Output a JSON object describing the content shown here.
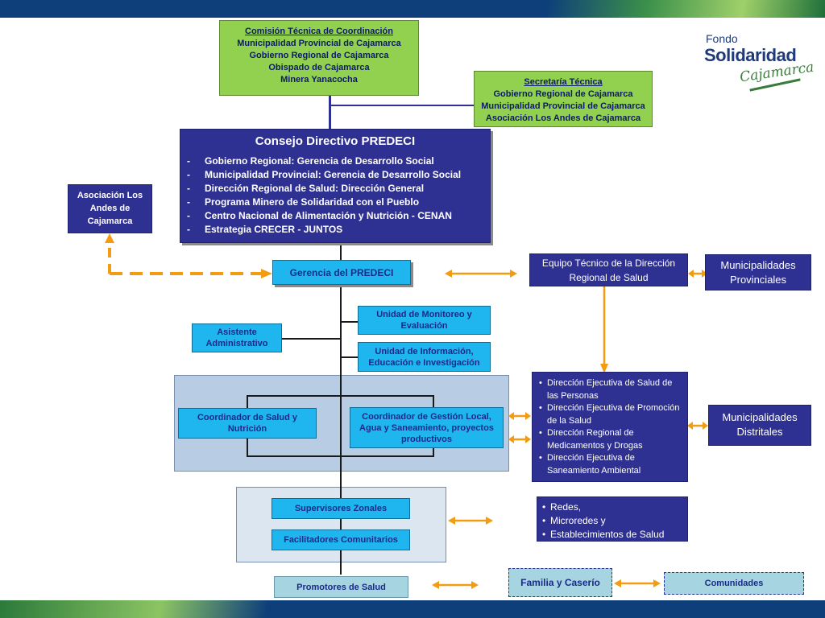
{
  "logo": {
    "line1": "Fondo",
    "line2": "Solidaridad",
    "line3": "Cajamarca"
  },
  "comision": {
    "title": "Comisión Técnica de Coordinación",
    "items": [
      "Municipalidad Provincial de Cajamarca",
      "Gobierno Regional de Cajamarca",
      "Obispado  de Cajamarca",
      "Minera Yanacocha"
    ]
  },
  "secretaria": {
    "title": "Secretaría Técnica",
    "items": [
      "Gobierno Regional de Cajamarca",
      "Municipalidad Provincial de Cajamarca",
      "Asociación Los Andes de Cajamarca"
    ]
  },
  "consejo": {
    "title": "Consejo Directivo PREDECI",
    "items": [
      "Gobierno Regional: Gerencia de Desarrollo Social",
      "Municipalidad Provincial: Gerencia de Desarrollo Social",
      "Dirección Regional de Salud: Dirección General",
      "Programa Minero de Solidaridad con el Pueblo",
      "Centro Nacional de Alimentación y Nutrición - CENAN",
      "Estrategia CRECER - JUNTOS"
    ]
  },
  "asociacion": "Asociación Los Andes de Cajamarca",
  "gerencia": "Gerencia del PREDECI",
  "equipo_tecnico": "Equipo Técnico de la Dirección Regional de Salud",
  "mun_provinciales": "Municipalidades Provinciales",
  "unidad_monitoreo": "Unidad de Monitoreo y Evaluación",
  "unidad_info": "Unidad de Información, Educación e Investigación",
  "asistente": "Asistente Administrativo",
  "coord_salud": "Coordinador de Salud y Nutrición",
  "coord_gestion": "Coordinador de Gestión Local, Agua y Saneamiento, proyectos productivos",
  "direcciones": [
    "Dirección Ejecutiva de Salud de las Personas",
    "Dirección Ejecutiva de Promoción de la Salud",
    "Dirección Regional de Medicamentos y Drogas",
    "Dirección Ejecutiva de Saneamiento Ambiental"
  ],
  "mun_distritales": "Municipalidades Distritales",
  "supervisores": "Supervisores Zonales",
  "facilitadores": "Facilitadores Comunitarios",
  "redes": [
    "Redes,",
    "Microredes y",
    "Establecimientos de Salud"
  ],
  "promotores": "Promotores de Salud",
  "familia": "Familia y Caserío",
  "comunidades": "Comunidades"
}
